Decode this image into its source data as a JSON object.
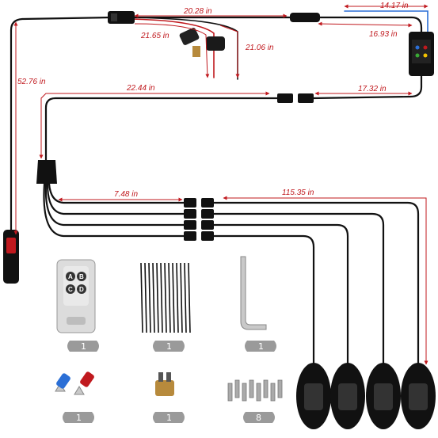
{
  "dimensions": {
    "d1": "20.28 in",
    "d2": "14.17 in",
    "d3": "21.65 in",
    "d4": "21.06 in",
    "d5": "16.93 in",
    "d6": "52.76 in",
    "d7": "22.44 in",
    "d8": "17.32 in",
    "d9": "7.48 in",
    "d10": "115.35 in"
  },
  "accessories": {
    "remote_keys": [
      "A",
      "B",
      "C",
      "D"
    ],
    "remote_qty": "1",
    "cable_ties_qty": "1",
    "hex_key_qty": "1",
    "terminals_qty": "1",
    "fuse_qty": "1",
    "screws_qty": "8"
  },
  "colors": {
    "dimension": "#c0191e",
    "wire": "#111111",
    "blue_wire": "#2b6fd6",
    "badge": "#9a9a9a"
  }
}
